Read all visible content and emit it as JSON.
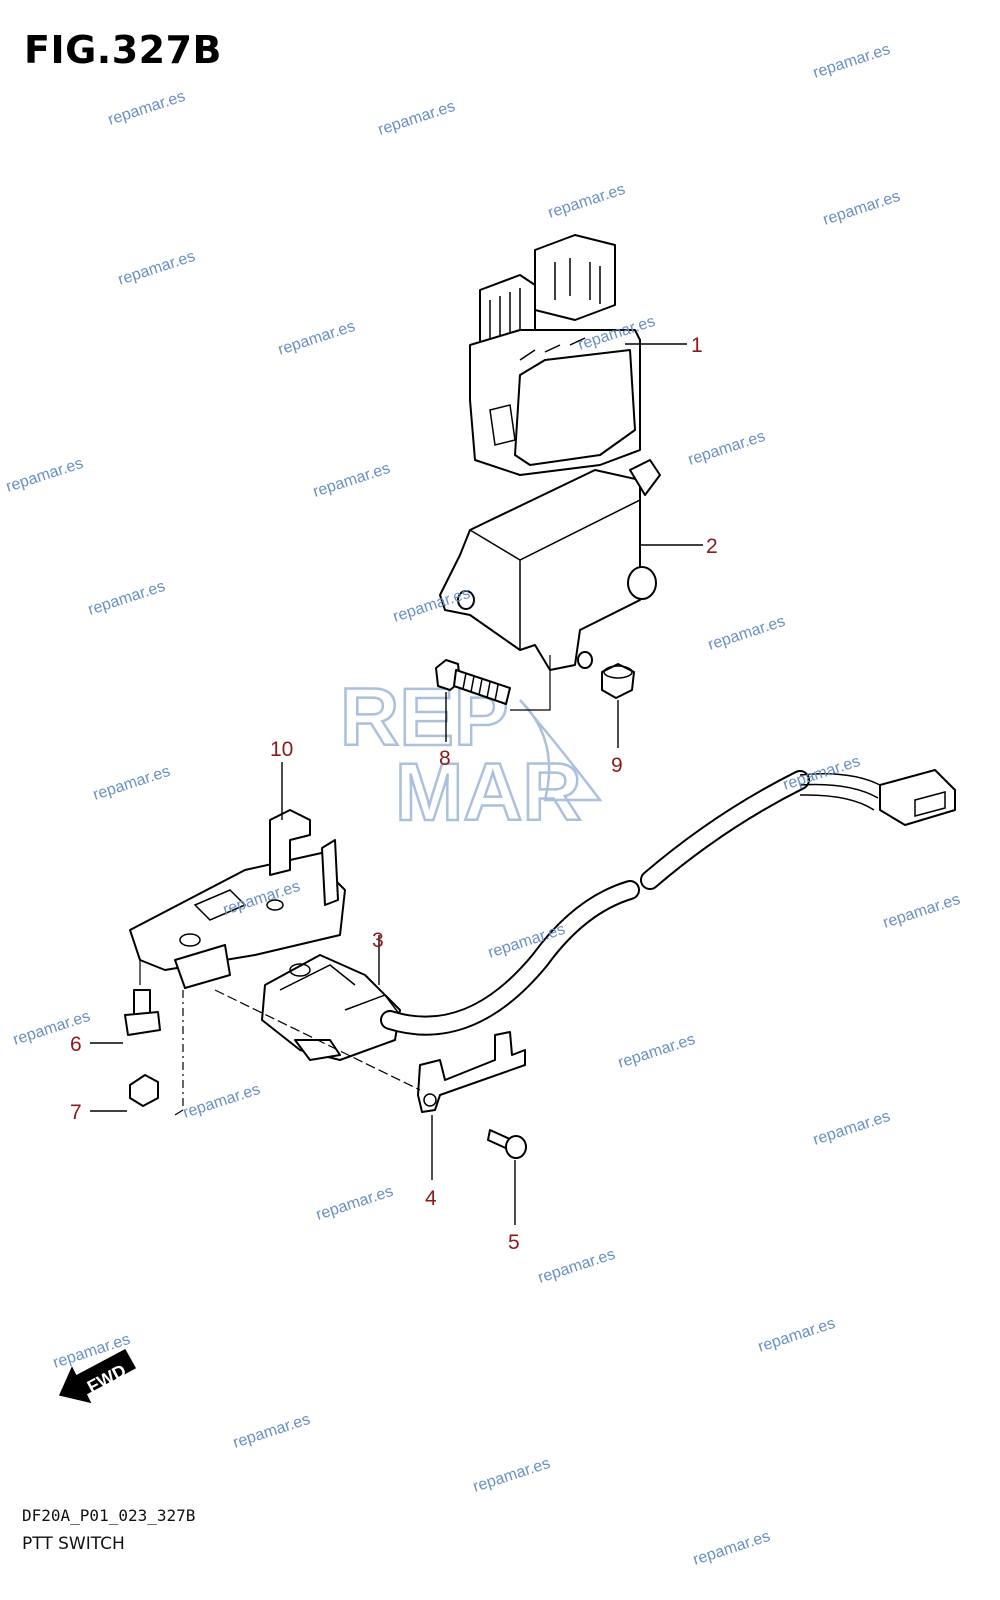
{
  "figure": {
    "title": "FIG.327B",
    "code": "DF20A_P01_023_327B",
    "caption": "PTT SWITCH"
  },
  "callouts": [
    {
      "id": "1",
      "label": "1"
    },
    {
      "id": "2",
      "label": "2"
    },
    {
      "id": "3",
      "label": "3"
    },
    {
      "id": "4",
      "label": "4"
    },
    {
      "id": "5",
      "label": "5"
    },
    {
      "id": "6",
      "label": "6"
    },
    {
      "id": "7",
      "label": "7"
    },
    {
      "id": "8",
      "label": "8"
    },
    {
      "id": "9",
      "label": "9"
    },
    {
      "id": "10",
      "label": "10"
    }
  ],
  "fwd_label": "FWD",
  "watermark": {
    "text": "repamar.es",
    "logo_top": "REP",
    "logo_bottom": "MAR"
  },
  "colors": {
    "callout": "#8b1a1a",
    "watermark": "#6a8fc4",
    "logo": "#9db6d8"
  }
}
